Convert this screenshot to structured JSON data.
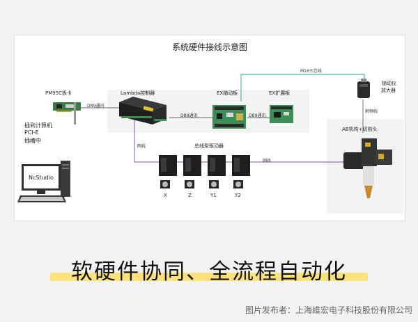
{
  "diagram": {
    "title": "系统硬件接线示意图",
    "labels": {
      "pm95c": "PM95C板卡",
      "lambda": "Lambda控制器",
      "ex_follow": "EX随动板",
      "ex_expand": "EX扩展板",
      "follow_amp_1": "随动仪",
      "follow_amp_2": "放大器",
      "pc_insert_1": "插到计算机",
      "pc_insert_2": "PCI-E",
      "pc_insert_3": "插槽中",
      "ncstudio": "NcStudio",
      "bus_drivers": "总线型驱动器",
      "ab_head": "AB机构+切割头",
      "axes": [
        "X",
        "Z",
        "Y1",
        "Y2"
      ]
    },
    "wires": {
      "db9_1": "DB9通讯",
      "db9_2": "DB9通讯",
      "db9_3": "DB9通讯",
      "m16": "M16三芯线",
      "rf": "射频线",
      "net1": "网线",
      "net2": "网线"
    }
  },
  "slogan": "软硬件协同、全流程自动化",
  "credit": "图片发布者：上海维宏电子科技股份有限公司"
}
